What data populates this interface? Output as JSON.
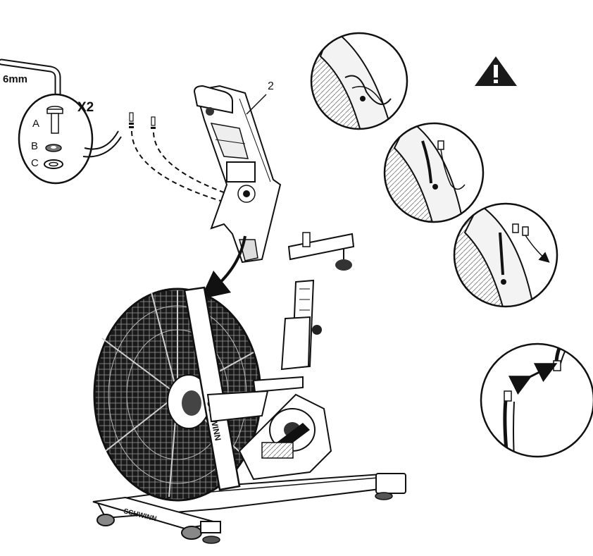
{
  "parts_callout": {
    "tool_size": "6mm",
    "quantity": "X2",
    "parts": [
      {
        "letter": "A",
        "icon": "bolt-icon"
      },
      {
        "letter": "B",
        "icon": "lock-washer-icon"
      },
      {
        "letter": "C",
        "icon": "flat-washer-icon"
      }
    ]
  },
  "console_mast": {
    "part_number": "2"
  },
  "bike": {
    "brand": "SCHWINN"
  },
  "warning": {
    "icon": "warning-triangle-icon"
  },
  "detail_steps": [
    {
      "icon": "cable-routing-step-1"
    },
    {
      "icon": "cable-routing-step-2"
    },
    {
      "icon": "cable-routing-step-3"
    },
    {
      "icon": "cable-connector-step-4"
    }
  ],
  "colors": {
    "line": "#111111",
    "background": "#ffffff",
    "fill_light": "#f2f2f2",
    "fill_dark": "#1a1a1a"
  }
}
